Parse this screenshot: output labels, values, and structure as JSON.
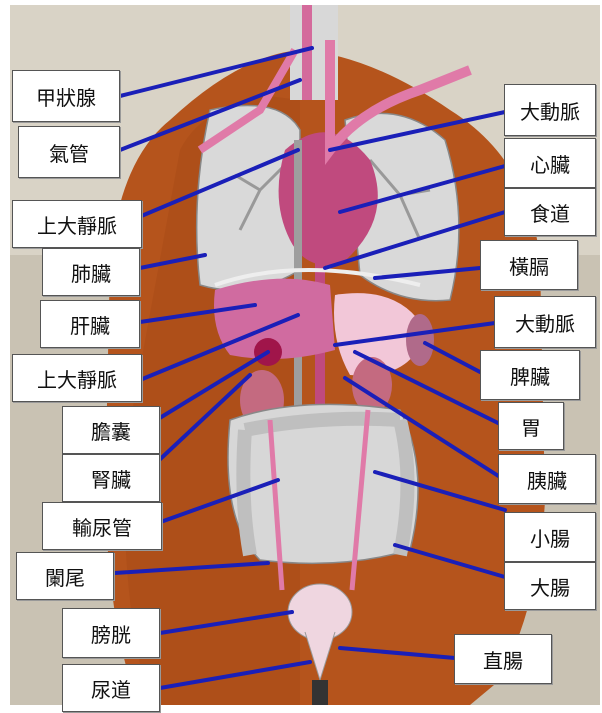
{
  "labels": {
    "thyroid": "甲狀腺",
    "trachea": "氣管",
    "svc_upper": "上大靜脈",
    "lung": "肺臟",
    "liver": "肝臟",
    "ivc": "上大靜脈",
    "gallbladder": "膽囊",
    "kidney": "腎臟",
    "ureter": "輸尿管",
    "appendix": "闌尾",
    "bladder": "膀胱",
    "urethra": "尿道",
    "aorta_upper": "大動脈",
    "heart": "心臟",
    "esophagus": "食道",
    "diaphragm": "橫膈",
    "aorta_lower": "大動脈",
    "spleen": "脾臟",
    "stomach": "胃",
    "pancreas": "胰臟",
    "small_intestine": "小腸",
    "large_intestine": "大腸",
    "rectum": "直腸"
  },
  "colors": {
    "line": "#1a1fb8",
    "torso": "#b5541c",
    "organ_pink": "#d46a9c",
    "organ_gray": "#d7d7d7"
  }
}
